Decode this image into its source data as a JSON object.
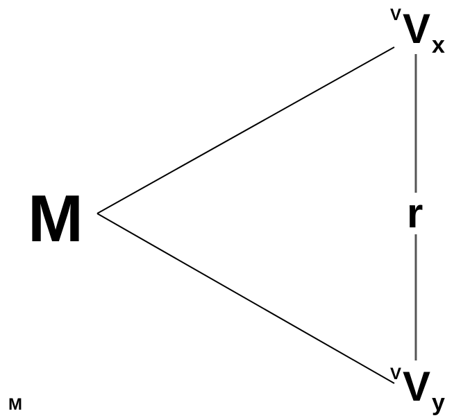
{
  "nodes": {
    "m": {
      "label": "M"
    },
    "vx": {
      "base": "V",
      "subscript": "x",
      "small": "V"
    },
    "vy": {
      "base": "V",
      "subscript": "y",
      "small": "V"
    }
  },
  "edges": {
    "vx_vy": {
      "label": "r"
    }
  },
  "caption": "M",
  "colors": {
    "line": "#000000",
    "edge_right": "#555555",
    "background": "#ffffff"
  }
}
